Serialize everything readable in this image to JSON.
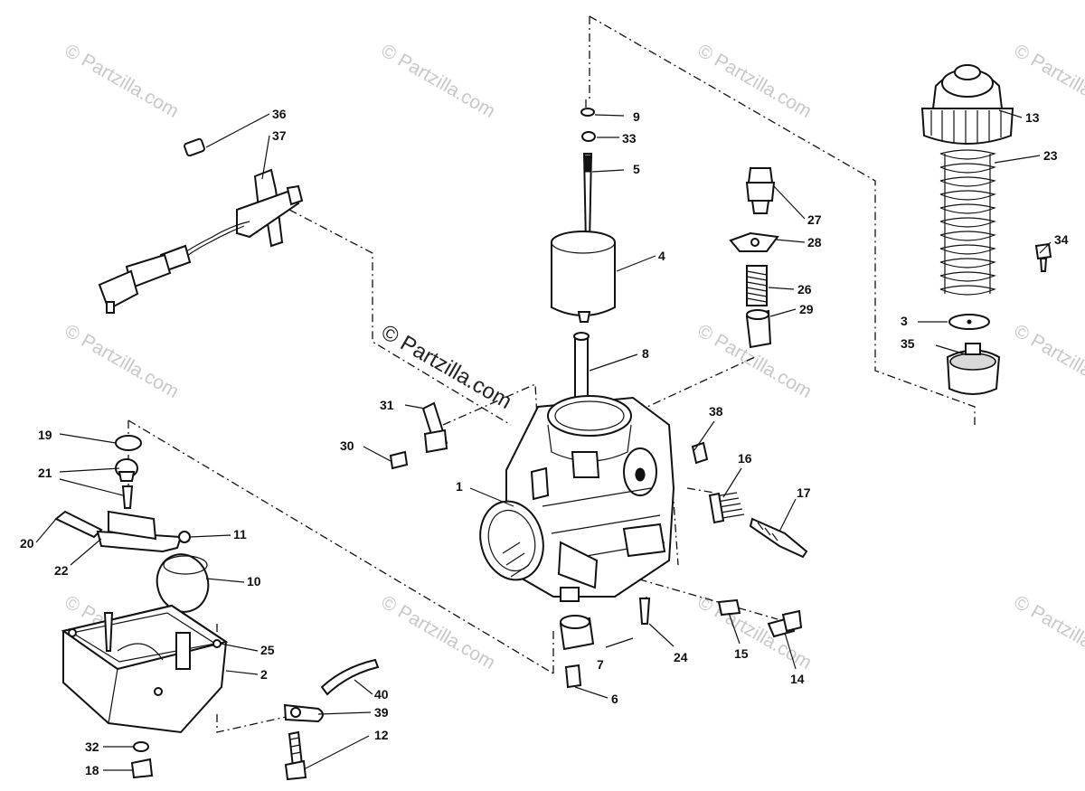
{
  "watermark": {
    "text": "© Partzilla.com",
    "center_text": "© Partzilla.com"
  },
  "callouts": [
    "1",
    "2",
    "3",
    "4",
    "5",
    "6",
    "7",
    "8",
    "9",
    "10",
    "11",
    "12",
    "13",
    "14",
    "15",
    "16",
    "17",
    "18",
    "19",
    "20",
    "21",
    "22",
    "23",
    "24",
    "25",
    "26",
    "27",
    "28",
    "29",
    "30",
    "31",
    "32",
    "33",
    "34",
    "35",
    "36",
    "37",
    "38",
    "39",
    "40"
  ],
  "colors": {
    "line": "#111111",
    "background": "#ffffff",
    "watermark": "#c8c8c8"
  }
}
